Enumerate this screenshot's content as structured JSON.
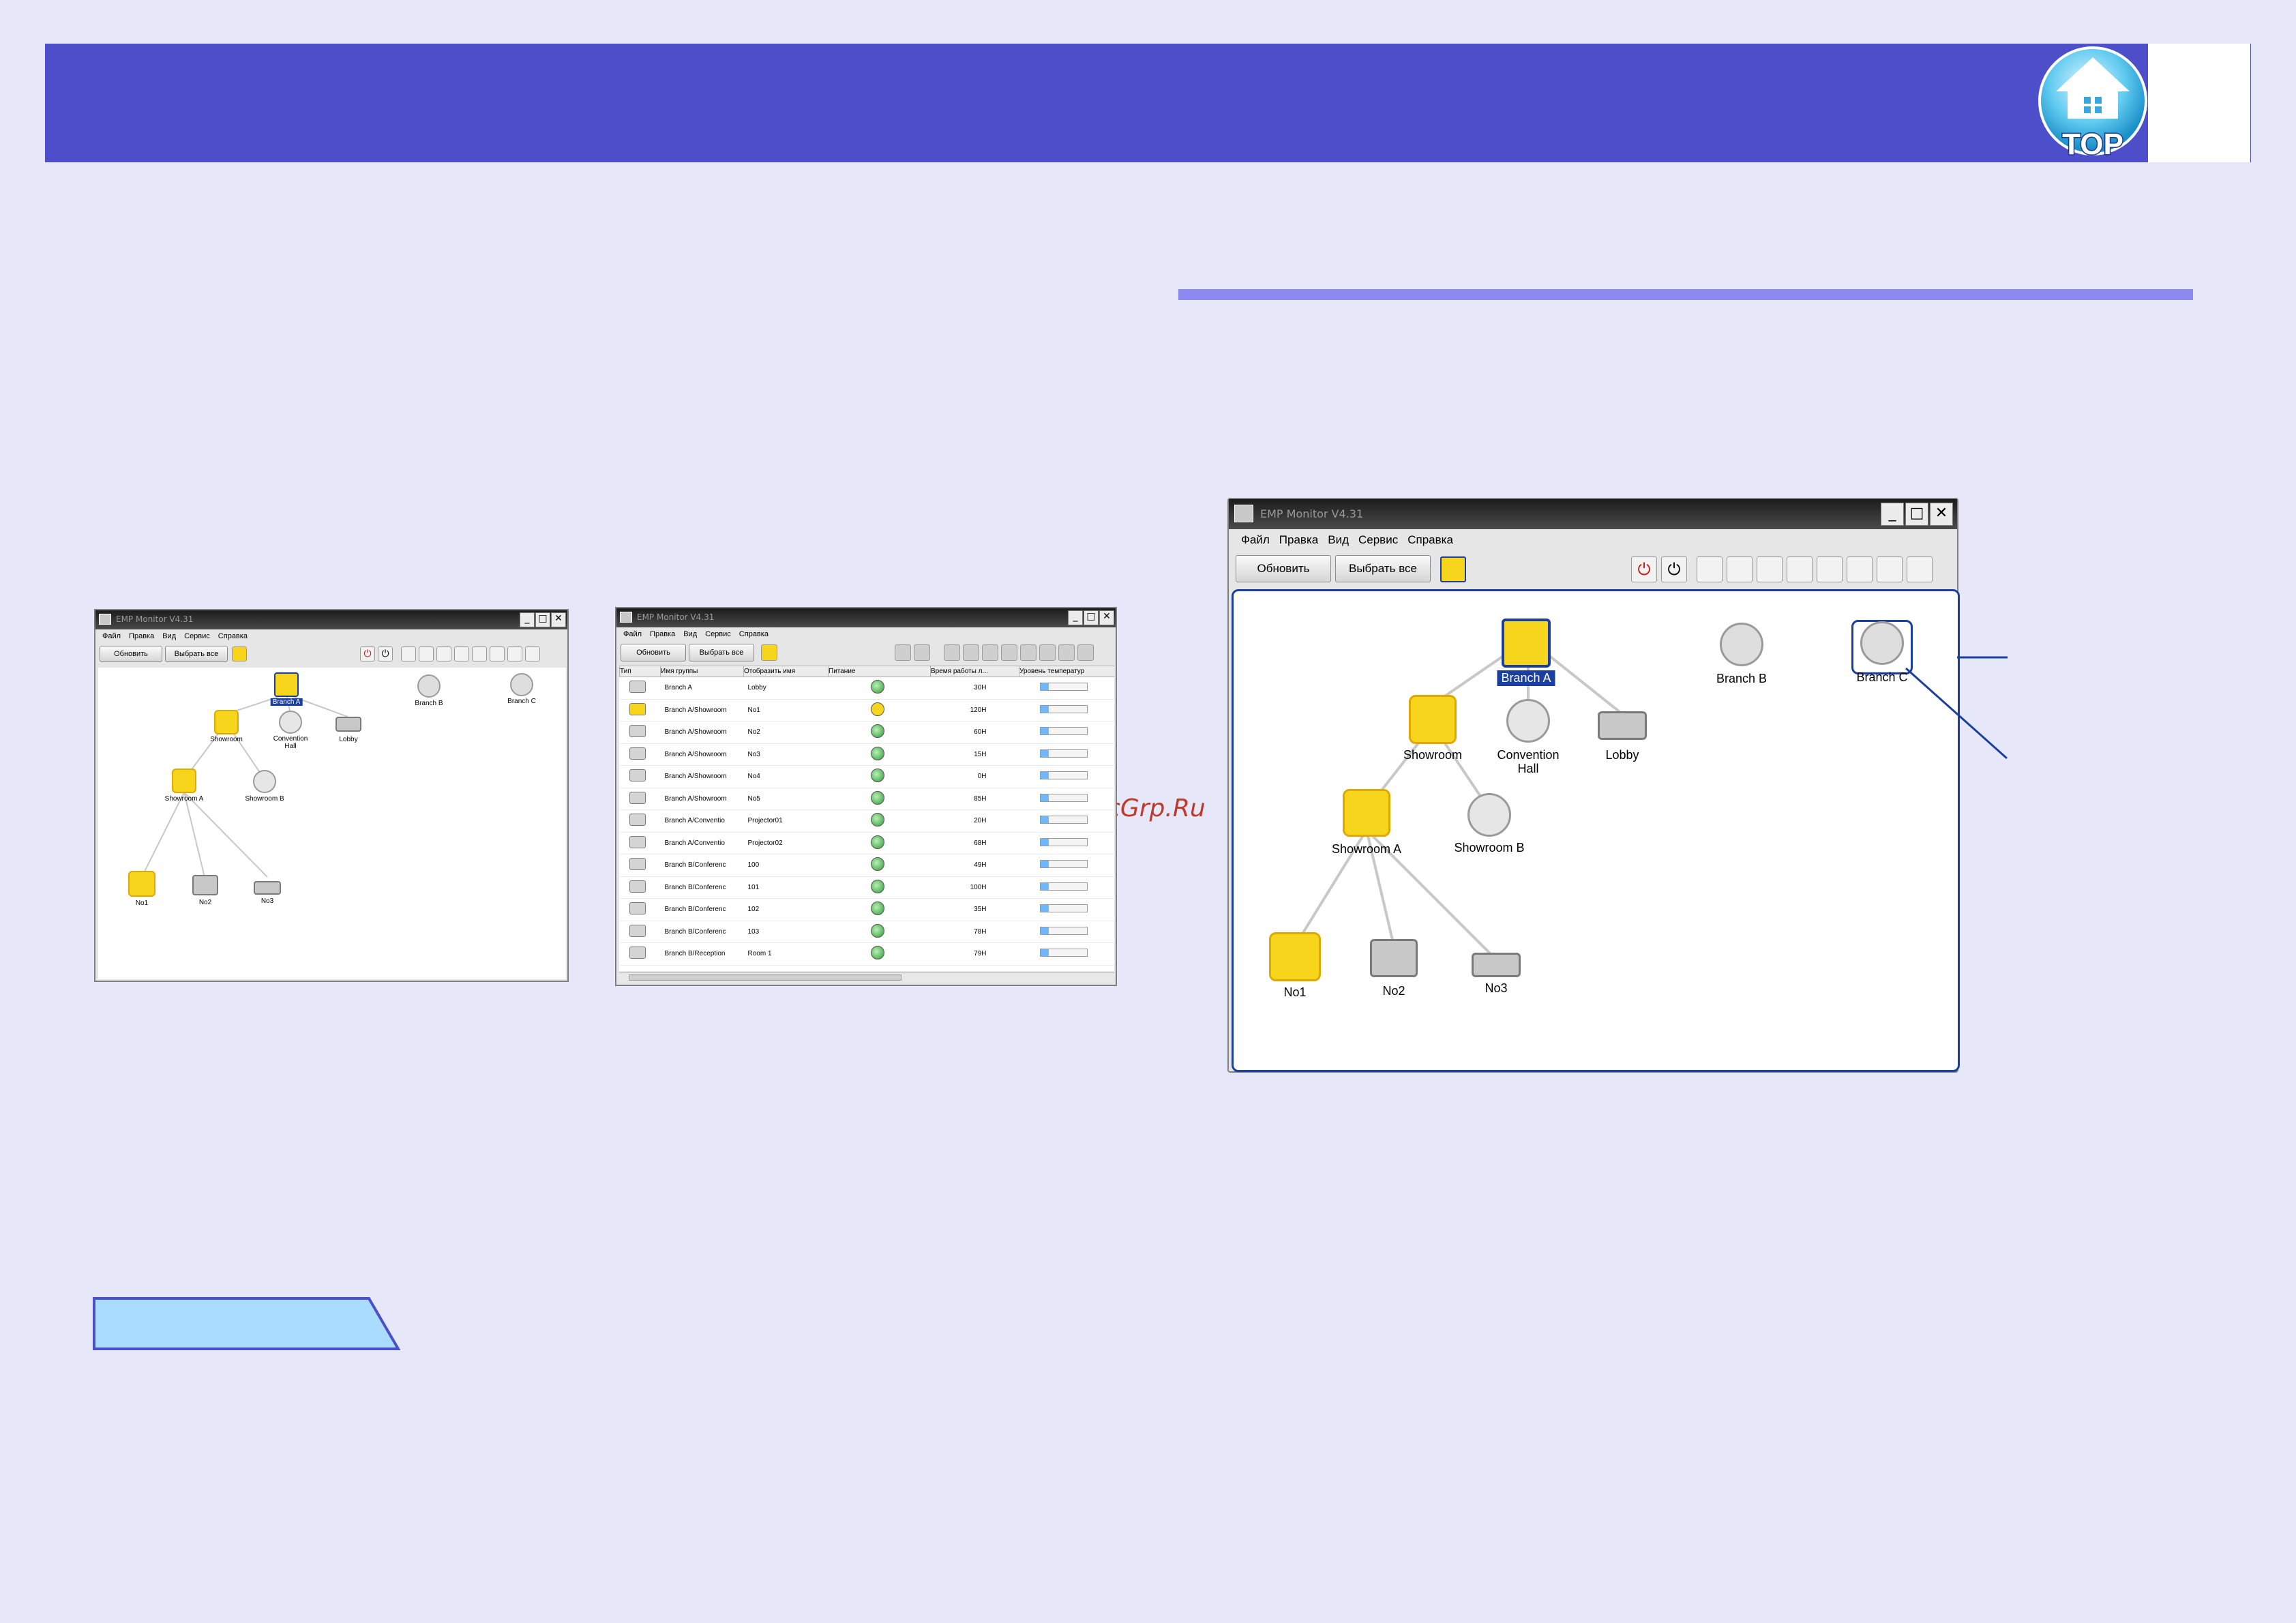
{
  "app": {
    "title": "EMP Monitor V4.31",
    "menu": [
      "Файл",
      "Правка",
      "Вид",
      "Сервис",
      "Справка"
    ],
    "refresh_label": "Обновить",
    "select_all_label": "Выбрать все",
    "window_buttons": {
      "minimize": "_",
      "maximize": "□",
      "close": "✕"
    }
  },
  "page": {
    "logo_text": "TOP",
    "watermark": "McGrp.Ru",
    "colors": {
      "banner": "#4c4fc9",
      "rule": "#8a8af0",
      "tab": "#a9dcff",
      "callout": "#1b3fa0",
      "warning": "#f7d51d"
    }
  },
  "tree": {
    "nodes": [
      {
        "id": "branch-a",
        "label": "Branch A",
        "icon": "building-warning-icon",
        "selected": true
      },
      {
        "id": "branch-b",
        "label": "Branch B",
        "icon": "building-icon"
      },
      {
        "id": "branch-c",
        "label": "Branch C",
        "icon": "building-icon"
      },
      {
        "id": "showroom",
        "label": "Showroom",
        "icon": "building-warning-icon"
      },
      {
        "id": "convention-hall",
        "label": "Convention Hall",
        "icon": "group-icon"
      },
      {
        "id": "lobby",
        "label": "Lobby",
        "icon": "projector-icon"
      },
      {
        "id": "showroom-a",
        "label": "Showroom A",
        "icon": "group-warning-icon"
      },
      {
        "id": "showroom-b",
        "label": "Showroom B",
        "icon": "group-icon"
      },
      {
        "id": "no1",
        "label": "No1",
        "icon": "projector-warning-icon"
      },
      {
        "id": "no2",
        "label": "No2",
        "icon": "ceiling-projector-icon"
      },
      {
        "id": "no3",
        "label": "No3",
        "icon": "projector-icon"
      }
    ]
  },
  "list_view": {
    "columns": [
      "Тип",
      "Имя группы",
      "Отобразить имя",
      "Питание",
      "Время работы л...",
      "Уровень температур"
    ],
    "rows": [
      {
        "group": "Branch A",
        "name": "Lobby",
        "power": "ok",
        "hours": "30H"
      },
      {
        "group": "Branch A/Showroom",
        "name": "No1",
        "power": "warning",
        "hours": "120H"
      },
      {
        "group": "Branch A/Showroom",
        "name": "No2",
        "power": "ok",
        "hours": "60H"
      },
      {
        "group": "Branch A/Showroom",
        "name": "No3",
        "power": "ok",
        "hours": "15H"
      },
      {
        "group": "Branch A/Showroom",
        "name": "No4",
        "power": "ok",
        "hours": "0H"
      },
      {
        "group": "Branch A/Showroom",
        "name": "No5",
        "power": "ok",
        "hours": "85H"
      },
      {
        "group": "Branch A/Conventio",
        "name": "Projector01",
        "power": "ok",
        "hours": "20H"
      },
      {
        "group": "Branch A/Conventio",
        "name": "Projector02",
        "power": "ok",
        "hours": "68H"
      },
      {
        "group": "Branch B/Conferenc",
        "name": "100",
        "power": "ok",
        "hours": "49H"
      },
      {
        "group": "Branch B/Conferenc",
        "name": "101",
        "power": "ok",
        "hours": "100H"
      },
      {
        "group": "Branch B/Conferenc",
        "name": "102",
        "power": "ok",
        "hours": "35H"
      },
      {
        "group": "Branch B/Conferenc",
        "name": "103",
        "power": "ok",
        "hours": "78H"
      },
      {
        "group": "Branch B/Reception",
        "name": "Room 1",
        "power": "ok",
        "hours": "79H"
      }
    ]
  }
}
